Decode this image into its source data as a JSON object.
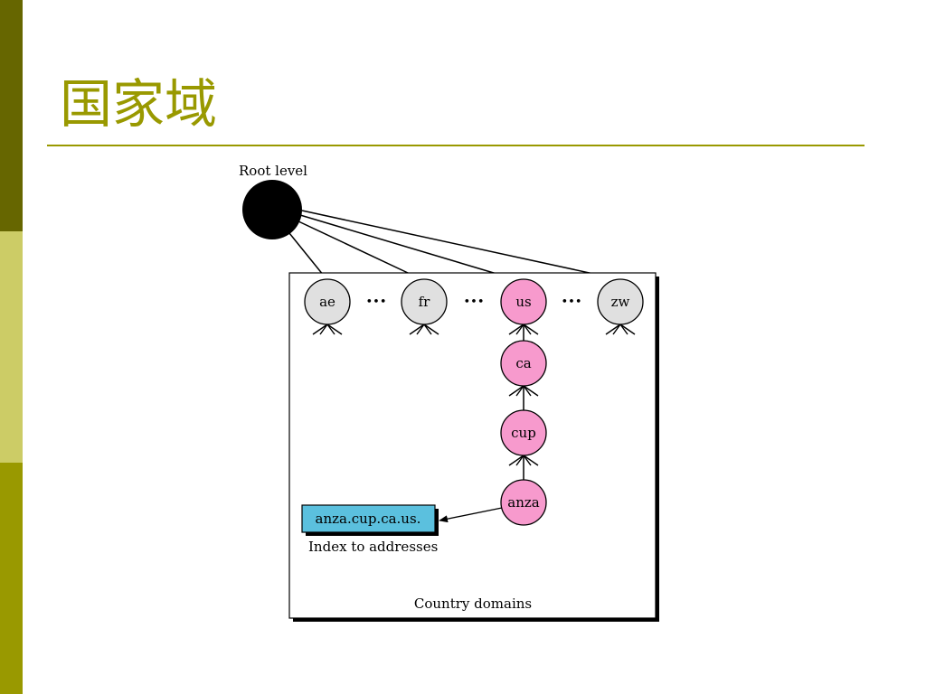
{
  "slide": {
    "title": "国家域"
  },
  "theme": {
    "accent": "#999900",
    "sidebar_top": "#666600",
    "sidebar_mid": "#CCCC66",
    "sidebar_bottom": "#999900",
    "node_gray": "#E0E0E0",
    "node_pink": "#F79ACD",
    "index_box": "#5BC0DE"
  },
  "diagram": {
    "root_label": "Root level",
    "tld_nodes": [
      "ae",
      "fr",
      "us",
      "zw"
    ],
    "ellipsis": "•••",
    "chain_nodes": [
      "ca",
      "cup",
      "anza"
    ],
    "index_box_label": "anza.cup.ca.us.",
    "index_caption": "Index to addresses",
    "box_caption": "Country domains"
  }
}
